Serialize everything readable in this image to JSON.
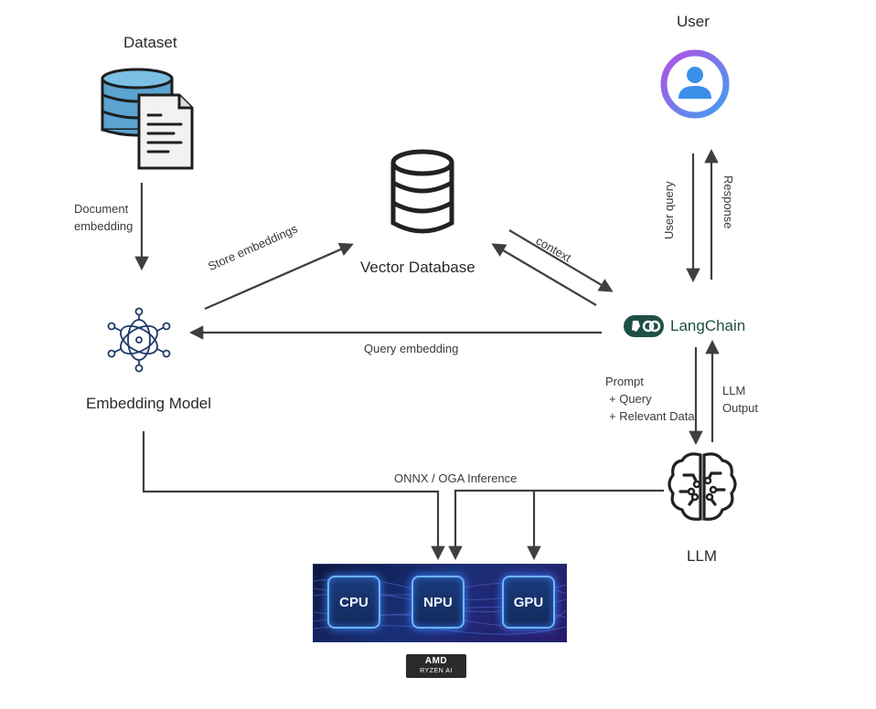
{
  "nodes": {
    "dataset": "Dataset",
    "user": "User",
    "vector_db": "Vector Database",
    "embedding_model": "Embedding Model",
    "langchain": "LangChain",
    "llm": "LLM"
  },
  "edges": {
    "document_embedding_1": "Document",
    "document_embedding_2": "embedding",
    "store_embeddings": "Store embeddings",
    "context": "context",
    "query_embedding": "Query embedding",
    "user_query": "User query",
    "response": "Response",
    "prompt_1": "Prompt",
    "prompt_2": "+ Query",
    "prompt_3": "+ Relevant Data",
    "llm_output_1": "LLM",
    "llm_output_2": "Output",
    "inference": "ONNX / OGA  Inference"
  },
  "hardware": {
    "cpu": "CPU",
    "npu": "NPU",
    "gpu": "GPU",
    "brand_line1": "AMD",
    "brand_line2": "RYZEN AI"
  },
  "colors": {
    "arrow": "#3f3f3f",
    "db_fill": "#5ba3d0",
    "user_ring_start": "#b14fe6",
    "user_ring_end": "#3fa0f0",
    "langchain": "#1f4f45",
    "chip_border": "#6fb3ff"
  }
}
